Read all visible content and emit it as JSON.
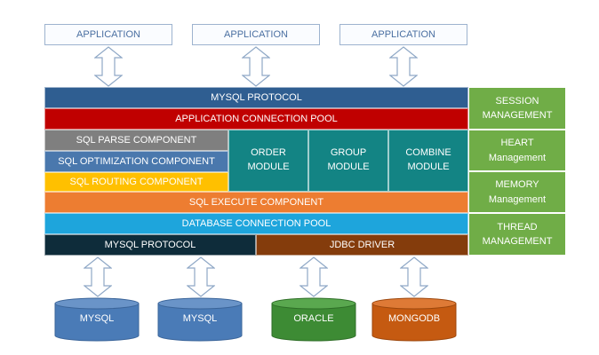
{
  "applications": [
    "APPLICATION",
    "APPLICATION",
    "APPLICATION"
  ],
  "layers": {
    "mysql_protocol_top": "MYSQL PROTOCOL",
    "app_conn_pool": "APPLICATION CONNECTION POOL",
    "sql_parse": "SQL PARSE COMPONENT",
    "sql_optimization": "SQL OPTIMIZATION COMPONENT",
    "sql_routing": "SQL ROUTING COMPONENT",
    "order_module": "ORDER\nMODULE",
    "group_module": "GROUP\nMODULE",
    "combine_module": "COMBINE\nMODULE",
    "sql_execute": "SQL EXECUTE COMPONENT",
    "db_conn_pool": "DATABASE CONNECTION POOL",
    "mysql_protocol_bottom": "MYSQL PROTOCOL",
    "jdbc_driver": "JDBC DRIVER"
  },
  "management": {
    "session": "SESSION\nMANAGEMENT",
    "heart": "HEART\nManagement",
    "memory": "MEMORY\nManagement",
    "thread": "THREAD\nMANAGEMENT"
  },
  "databases": [
    "MYSQL",
    "MYSQL",
    "ORACLE",
    "MONGODB"
  ],
  "colors": {
    "protocol_blue": "#2f5e91",
    "pool_red": "#c00000",
    "parse_gray": "#7f7f7f",
    "optimization_blue": "#4a78ad",
    "routing_yellow": "#ffc000",
    "module_teal": "#138484",
    "execute_orange": "#ed7d31",
    "db_pool_cyan": "#1ea5dc",
    "bottom_dark": "#0e2c3a",
    "jdbc_brown": "#843c0c",
    "management_green": "#70ad47",
    "db_blue": "#4a7bb7",
    "db_green": "#3d8b34",
    "db_orange": "#c55a11"
  }
}
